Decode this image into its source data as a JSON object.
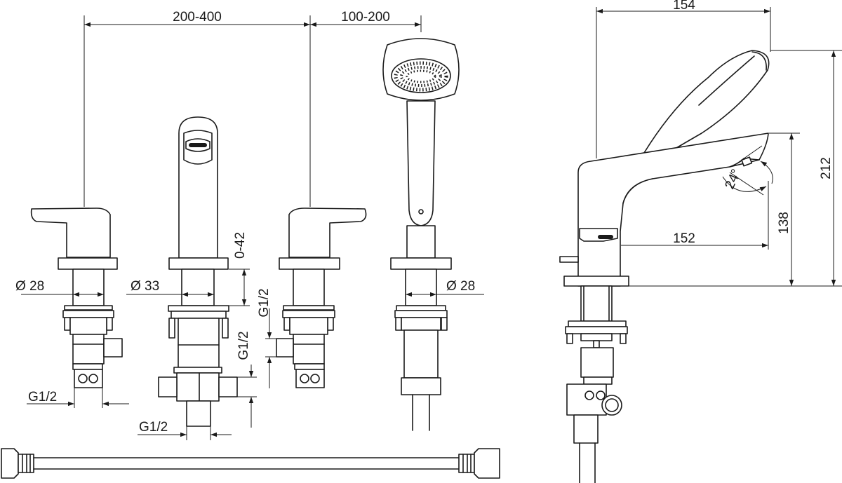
{
  "dimensions": {
    "spacing_valves": "200-400",
    "spacing_shower": "100-200",
    "width_side": "154",
    "height_total": "212",
    "height_spout": "138",
    "reach_spout": "152",
    "angle": "24°",
    "dia_valve_left": "Ø 28",
    "dia_spout": "Ø 33",
    "dia_shower": "Ø 28",
    "deck_range": "0-42",
    "thread_valve_left": "G1/2",
    "thread_spout_bottom": "G1/2",
    "thread_center_upper": "G1/2",
    "thread_center_lower": "G1/2"
  }
}
